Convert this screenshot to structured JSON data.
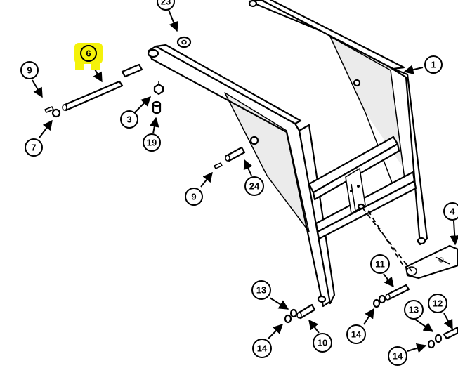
{
  "highlight_color": "#f4f20a",
  "callouts": [
    {
      "id": "c23",
      "label": "23"
    },
    {
      "id": "c1",
      "label": "1"
    },
    {
      "id": "c9a",
      "label": "9"
    },
    {
      "id": "c6",
      "label": "6",
      "highlighted": true
    },
    {
      "id": "c3",
      "label": "3"
    },
    {
      "id": "c19",
      "label": "19"
    },
    {
      "id": "c7",
      "label": "7"
    },
    {
      "id": "c9b",
      "label": "9"
    },
    {
      "id": "c24",
      "label": "24"
    },
    {
      "id": "c4",
      "label": "4"
    },
    {
      "id": "c11",
      "label": "11"
    },
    {
      "id": "c13a",
      "label": "13"
    },
    {
      "id": "c12",
      "label": "12"
    },
    {
      "id": "c13b",
      "label": "13"
    },
    {
      "id": "c14a",
      "label": "14"
    },
    {
      "id": "c10",
      "label": "10"
    },
    {
      "id": "c14b",
      "label": "14"
    },
    {
      "id": "c14c",
      "label": "14"
    }
  ]
}
